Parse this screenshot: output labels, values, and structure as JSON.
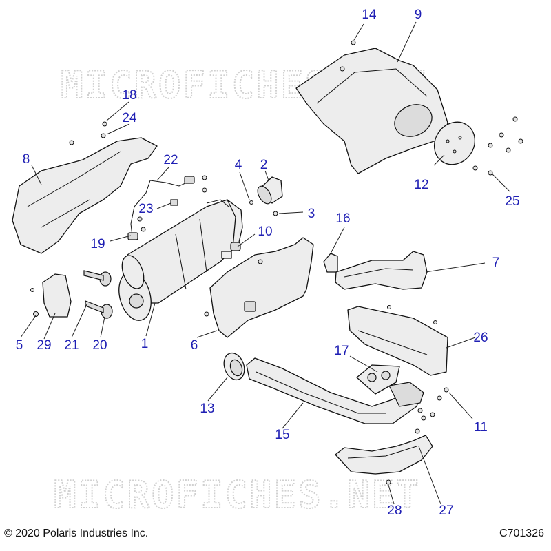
{
  "watermark": "MICROFICHES.NET",
  "copyright": "© 2020 Polaris Industries Inc.",
  "doc_code": "C701326",
  "callouts": [
    "1",
    "2",
    "3",
    "4",
    "5",
    "6",
    "7",
    "8",
    "9",
    "10",
    "11",
    "12",
    "13",
    "14",
    "15",
    "16",
    "17",
    "18",
    "19",
    "20",
    "21",
    "22",
    "23",
    "24",
    "25",
    "26",
    "27",
    "28",
    "29"
  ],
  "colors": {
    "callout": "#1f1fb4",
    "line": "#111111",
    "part_fill": "#ededed",
    "watermark": "#d0d0d0"
  }
}
